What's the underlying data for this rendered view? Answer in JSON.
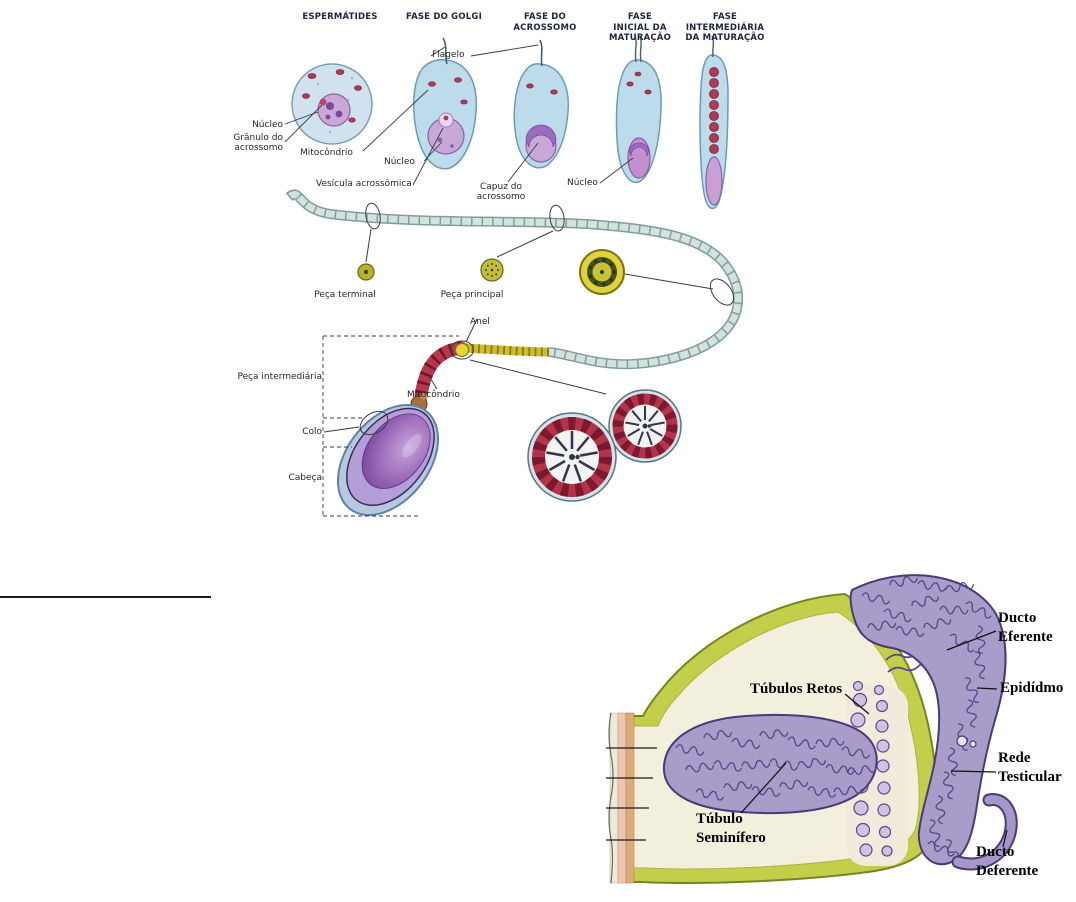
{
  "figure_top": {
    "headers": [
      "ESPERMÁTIDES",
      "FASE DO GOLGI",
      "FASE DO\nACROSSOMO",
      "FASE\nINICIAL DA\nMATURAÇÃO",
      "FASE\nINTERMEDIÁRIA\nDA MATURAÇÃO"
    ],
    "labels": {
      "nucleo_espermatide": "Núcleo",
      "granulo_acrossomo": "Grânulo do\nacrossomo",
      "mitocondrio": "Mitocôndrio",
      "nucleo_golgi": "Núcleo",
      "vesicula_acrossomica": "Vesícula acrossômica",
      "flagelo": "Flagelo",
      "capuz_acrossomo": "Capuz do\nacrossomo",
      "nucleo_maturacao": "Núcleo",
      "peca_terminal": "Peça terminal",
      "peca_principal": "Peça principal",
      "anel": "Anel",
      "peca_intermediaria": "Peça intermediária",
      "mitocondrio_espiral": "Mitocôndrio",
      "colo": "Colo",
      "cabeca": "Cabeça"
    }
  },
  "figure_bottom": {
    "labels": {
      "tubulos_retos": "Túbulos Retos",
      "tubulo_seminifero": "Túbulo\nSeminífero",
      "ducto_eferente": "Ducto\nEferente",
      "epididimo": "Epidídmo",
      "rede_testicular": "Rede\nTesticular",
      "ducto_deferente": "Ducto\nDeferente"
    }
  },
  "colors": {
    "cell_cytoplasm": "#bcdcec",
    "nucleus_purple": "#c9a8d8",
    "mitochondria_red": "#b23a50",
    "tail_gray": "#cfe0dc",
    "fibrous_yellow": "#cdbd2e",
    "tubule_purple": "#a89cc8",
    "capsule_green": "#c3cf4b"
  }
}
